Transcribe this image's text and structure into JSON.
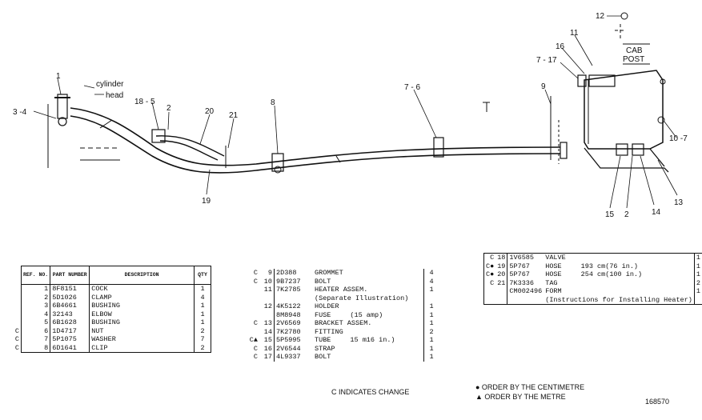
{
  "diagram": {
    "labels": {
      "n1": "1",
      "n3_4": "3 -4",
      "cylinder": "cylinder",
      "head": "head",
      "n18_5": "18 - 5",
      "n2a": "2",
      "n20": "20",
      "n21": "21",
      "n8": "8",
      "n7_6": "7 - 6",
      "n9": "9",
      "n19": "19",
      "n12": "12",
      "n11": "11",
      "n16": "16",
      "n7_17": "7 - 17",
      "cab": "CAB",
      "post": "POST",
      "n10_7": "10 -7",
      "n15": "15",
      "n2b": "2",
      "n14": "14",
      "n13": "13"
    }
  },
  "table1": {
    "headers": [
      "REF. NO.",
      "PART NUMBER",
      "DESCRIPTION",
      "QTY"
    ],
    "rows": [
      {
        "ref": "1",
        "pn": "8F8151",
        "desc": "COCK",
        "qty": "1",
        "chg": ""
      },
      {
        "ref": "2",
        "pn": "5D1026",
        "desc": "CLAMP",
        "qty": "4",
        "chg": ""
      },
      {
        "ref": "3",
        "pn": "6B4661",
        "desc": "BUSHING",
        "qty": "1",
        "chg": ""
      },
      {
        "ref": "4",
        "pn": "32143",
        "desc": "ELBOW",
        "qty": "1",
        "chg": ""
      },
      {
        "ref": "5",
        "pn": "6B1628",
        "desc": "BUSHING",
        "qty": "1",
        "chg": ""
      },
      {
        "ref": "6",
        "pn": "1D4717",
        "desc": "NUT",
        "qty": "2",
        "chg": "C"
      },
      {
        "ref": "7",
        "pn": "5P1075",
        "desc": "WASHER",
        "qty": "7",
        "chg": "C"
      },
      {
        "ref": "8",
        "pn": "6D1641",
        "desc": "CLIP",
        "qty": "2",
        "chg": "C"
      }
    ]
  },
  "table2": {
    "rows": [
      {
        "chg": "C",
        "ref": "9",
        "pn": "2D388",
        "desc": "GROMMET",
        "qty": "4"
      },
      {
        "chg": "C",
        "ref": "10",
        "pn": "9B7237",
        "desc": "BOLT",
        "qty": "4"
      },
      {
        "chg": "",
        "ref": "11",
        "pn": "7K2785",
        "desc": "HEATER ASSEM.",
        "qty": "1"
      },
      {
        "chg": "",
        "ref": "",
        "pn": "",
        "desc": "(Separate Illustration)",
        "qty": ""
      },
      {
        "chg": "",
        "ref": "12",
        "pn": "4K5122",
        "desc": "HOLDER",
        "qty": "1"
      },
      {
        "chg": "",
        "ref": "",
        "pn": "8M8948",
        "desc": "FUSE",
        "desc2": "(15 amp)",
        "qty": "1"
      },
      {
        "chg": "C",
        "ref": "13",
        "pn": "2V6569",
        "desc": "BRACKET ASSEM.",
        "qty": "1"
      },
      {
        "chg": "",
        "ref": "14",
        "pn": "7K2780",
        "desc": "FITTING",
        "qty": "2"
      },
      {
        "chg": "C▲",
        "ref": "15",
        "pn": "5P5995",
        "desc": "TUBE",
        "desc2": "15 m16 in.)",
        "qty": "1"
      },
      {
        "chg": "C",
        "ref": "16",
        "pn": "2V6544",
        "desc": "STRAP",
        "qty": "1"
      },
      {
        "chg": "C",
        "ref": "17",
        "pn": "4L9337",
        "desc": "BOLT",
        "qty": "1"
      }
    ]
  },
  "table3": {
    "rows": [
      {
        "chg": "C",
        "ref": "18",
        "pn": "1V6585",
        "desc": "VALVE",
        "qty": "1"
      },
      {
        "chg": "C●",
        "ref": "19",
        "pn": "5P767",
        "desc": "HOSE",
        "desc2": "193 cm(76 in.)",
        "qty": "1"
      },
      {
        "chg": "C●",
        "ref": "20",
        "pn": "5P767",
        "desc": "HOSE",
        "desc2": "254 cm(100 in.)",
        "qty": "1"
      },
      {
        "chg": "C",
        "ref": "21",
        "pn": "7K3336",
        "desc": "TAG",
        "qty": "2"
      },
      {
        "chg": "",
        "ref": "",
        "pn": "CM002496",
        "desc": "FORM",
        "qty": "1"
      },
      {
        "chg": "",
        "ref": "",
        "pn": "",
        "desc": "(Instructions for Installing Heater)",
        "qty": ""
      }
    ]
  },
  "notes": {
    "change": "C INDICATES CHANGE",
    "centimetre": "● ORDER BY THE CENTIMETRE",
    "metre": "▲ ORDER BY THE METRE",
    "figure_no": "168570"
  }
}
